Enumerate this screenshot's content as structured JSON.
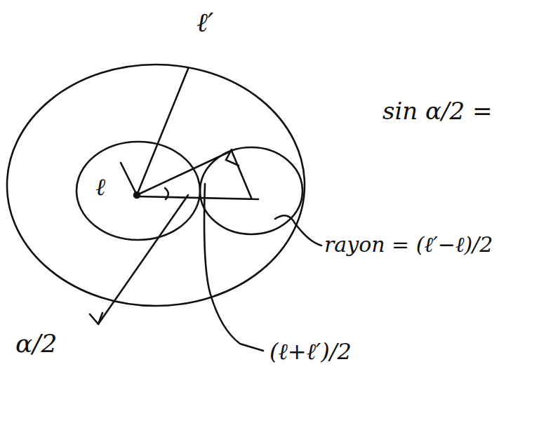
{
  "diagram": {
    "labels": [
      "ℓ′",
      "ℓ",
      "sin α/2 =",
      "rayon = (ℓ′−ℓ)/2",
      "α/2",
      "(ℓ+ℓ′)/2"
    ]
  }
}
